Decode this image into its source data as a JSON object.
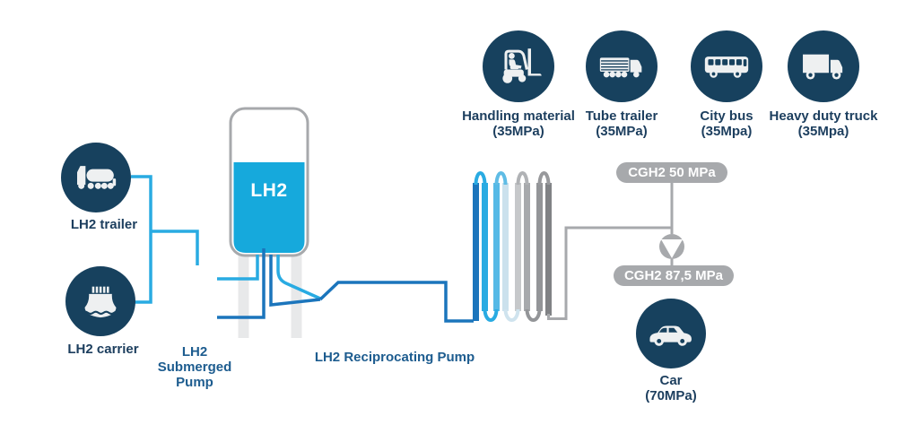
{
  "colors": {
    "navy": "#17415e",
    "navy_text": "#1c3e5e",
    "pump_text": "#1d5c8f",
    "light_blue": "#29abe2",
    "dark_blue": "#1b75bc",
    "tank_fill": "#16a9dc",
    "gray": "#a7a9ac",
    "leg": "#e8e9ea",
    "icon": "#eef0f1",
    "badge_bg": "#a7a9ac",
    "badge_text": "#ffffff",
    "white": "#ffffff"
  },
  "icons": {
    "lh2_trailer": "tanker-truck-icon",
    "lh2_carrier": "ship-icon",
    "handling": "forklift-icon",
    "tube_trailer": "tube-trailer-truck-icon",
    "city_bus": "bus-icon",
    "heavy_truck": "box-truck-icon",
    "car": "sedan-car-icon",
    "compressor": "compressor-pump-icon"
  },
  "sources": {
    "trailer": {
      "label": "LH2 trailer"
    },
    "carrier": {
      "label": "LH2 carrier"
    }
  },
  "tank": {
    "label": "LH2"
  },
  "pumps": {
    "submerged": {
      "lines": [
        "LH2",
        "Submerged",
        "Pump"
      ]
    },
    "reciprocating": {
      "label": "LH2 Reciprocating Pump"
    }
  },
  "badges": {
    "cgh2_50": "CGH2 50 MPa",
    "cgh2_87": "CGH2 87,5 MPa"
  },
  "consumers": [
    {
      "label": "Handling material",
      "pressure": "(35MPa)"
    },
    {
      "label": "Tube trailer",
      "pressure": "(35MPa)"
    },
    {
      "label": "City bus",
      "pressure": "(35Mpa)"
    },
    {
      "label": "Heavy duty truck",
      "pressure": "(35Mpa)"
    },
    {
      "label": "Car",
      "pressure": "(70MPa)"
    }
  ],
  "coil": {
    "tube_colors": [
      "#1b75bc",
      "#29abe2",
      "#55b9e6",
      "#cbe1ed",
      "#c6c8ca",
      "#a7a9ac",
      "#939598",
      "#808285"
    ],
    "top_arc_colors": [
      "#29abe2",
      "#5fbce5",
      "#b0b2b5",
      "#98999c"
    ],
    "bottom_arc_colors": [
      "#29abe2",
      "#cfe3ee",
      "#939598"
    ]
  }
}
